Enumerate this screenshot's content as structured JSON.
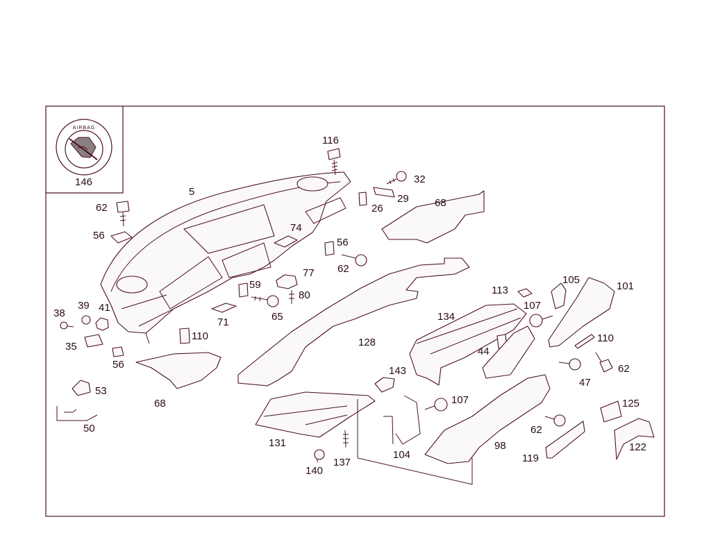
{
  "inset": {
    "badge_text": "AIRBAG",
    "callout": "146"
  },
  "callouts": [
    {
      "id": "c5",
      "text": "5"
    },
    {
      "id": "c116",
      "text": "116"
    },
    {
      "id": "c32",
      "text": "32"
    },
    {
      "id": "c29",
      "text": "29"
    },
    {
      "id": "c26",
      "text": "26"
    },
    {
      "id": "c68a",
      "text": "68"
    },
    {
      "id": "c62a",
      "text": "62"
    },
    {
      "id": "c56a",
      "text": "56"
    },
    {
      "id": "c74",
      "text": "74"
    },
    {
      "id": "c56b",
      "text": "56"
    },
    {
      "id": "c62b",
      "text": "62"
    },
    {
      "id": "c77",
      "text": "77"
    },
    {
      "id": "c59",
      "text": "59"
    },
    {
      "id": "c80",
      "text": "80"
    },
    {
      "id": "c38",
      "text": "38"
    },
    {
      "id": "c39",
      "text": "39"
    },
    {
      "id": "c41",
      "text": "41"
    },
    {
      "id": "c65",
      "text": "65"
    },
    {
      "id": "c71",
      "text": "71"
    },
    {
      "id": "c35",
      "text": "35"
    },
    {
      "id": "c110a",
      "text": "110"
    },
    {
      "id": "c56c",
      "text": "56"
    },
    {
      "id": "c113",
      "text": "113"
    },
    {
      "id": "c105",
      "text": "105"
    },
    {
      "id": "c101",
      "text": "101"
    },
    {
      "id": "c107a",
      "text": "107"
    },
    {
      "id": "c134",
      "text": "134"
    },
    {
      "id": "c128",
      "text": "128"
    },
    {
      "id": "c44",
      "text": "44"
    },
    {
      "id": "c110b",
      "text": "110"
    },
    {
      "id": "c62c",
      "text": "62"
    },
    {
      "id": "c47",
      "text": "47"
    },
    {
      "id": "c53",
      "text": "53"
    },
    {
      "id": "c68b",
      "text": "68"
    },
    {
      "id": "c143",
      "text": "143"
    },
    {
      "id": "c107b",
      "text": "107"
    },
    {
      "id": "c50",
      "text": "50"
    },
    {
      "id": "c131",
      "text": "131"
    },
    {
      "id": "c104",
      "text": "104"
    },
    {
      "id": "c98",
      "text": "98"
    },
    {
      "id": "c125",
      "text": "125"
    },
    {
      "id": "c62d",
      "text": "62"
    },
    {
      "id": "c122",
      "text": "122"
    },
    {
      "id": "c119",
      "text": "119"
    },
    {
      "id": "c140",
      "text": "140"
    },
    {
      "id": "c137",
      "text": "137"
    }
  ]
}
